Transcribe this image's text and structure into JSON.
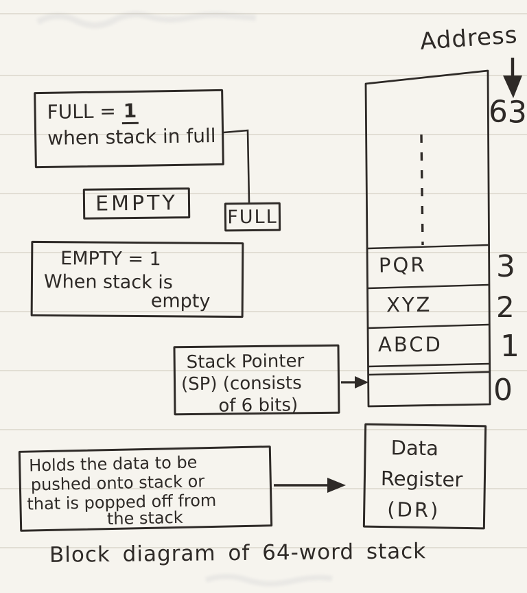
{
  "caption": "Block diagram of 64-word stack",
  "address": {
    "title": "Address",
    "labels": [
      "63",
      "3",
      "2",
      "1",
      "0"
    ]
  },
  "stack": {
    "cells": [
      "PQR",
      "XYZ",
      "ABCD"
    ]
  },
  "full_note": {
    "prefix": "FULL =",
    "value": "1",
    "line2": "when stack in full"
  },
  "empty_flag": {
    "label": "EMPTY"
  },
  "full_flag": {
    "label": "FULL"
  },
  "empty_note": {
    "line1": "EMPTY = 1",
    "line2": "When stack is",
    "line3": "empty"
  },
  "stack_pointer": {
    "line1": "Stack Pointer",
    "line2": "(SP) (consists",
    "line3": "of 6 bits)"
  },
  "data_note": {
    "line1": "Holds the data to be",
    "line2": "pushed onto stack or",
    "line3": "that is popped off from",
    "line4": "the stack"
  },
  "data_register": {
    "line1": "Data",
    "line2": "Register",
    "line3": "(DR)"
  },
  "colors": {
    "ink": "#2e2a27",
    "paper": "#f6f4ee"
  }
}
